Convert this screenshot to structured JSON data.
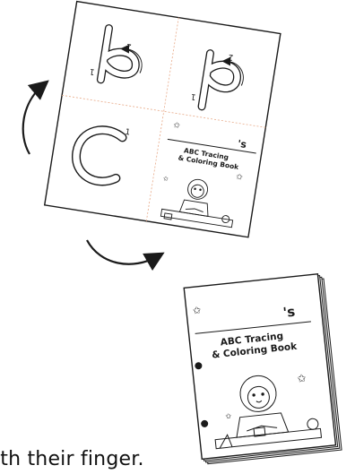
{
  "caption": "ith their finger.",
  "sheet": {
    "owner_suffix": "'s",
    "cover_title_line1": "ABC Tracing",
    "cover_title_line2": "& Coloring Book",
    "stroke_numbers": [
      "1",
      "2",
      "1",
      "2",
      "1"
    ]
  },
  "book": {
    "owner_suffix": "'s",
    "cover_title_line1": "ABC Tracing",
    "cover_title_line2": "& Coloring Book"
  },
  "colors": {
    "ink": "#1a1a1a",
    "fold_line": "#e8a987",
    "background": "#ffffff"
  }
}
